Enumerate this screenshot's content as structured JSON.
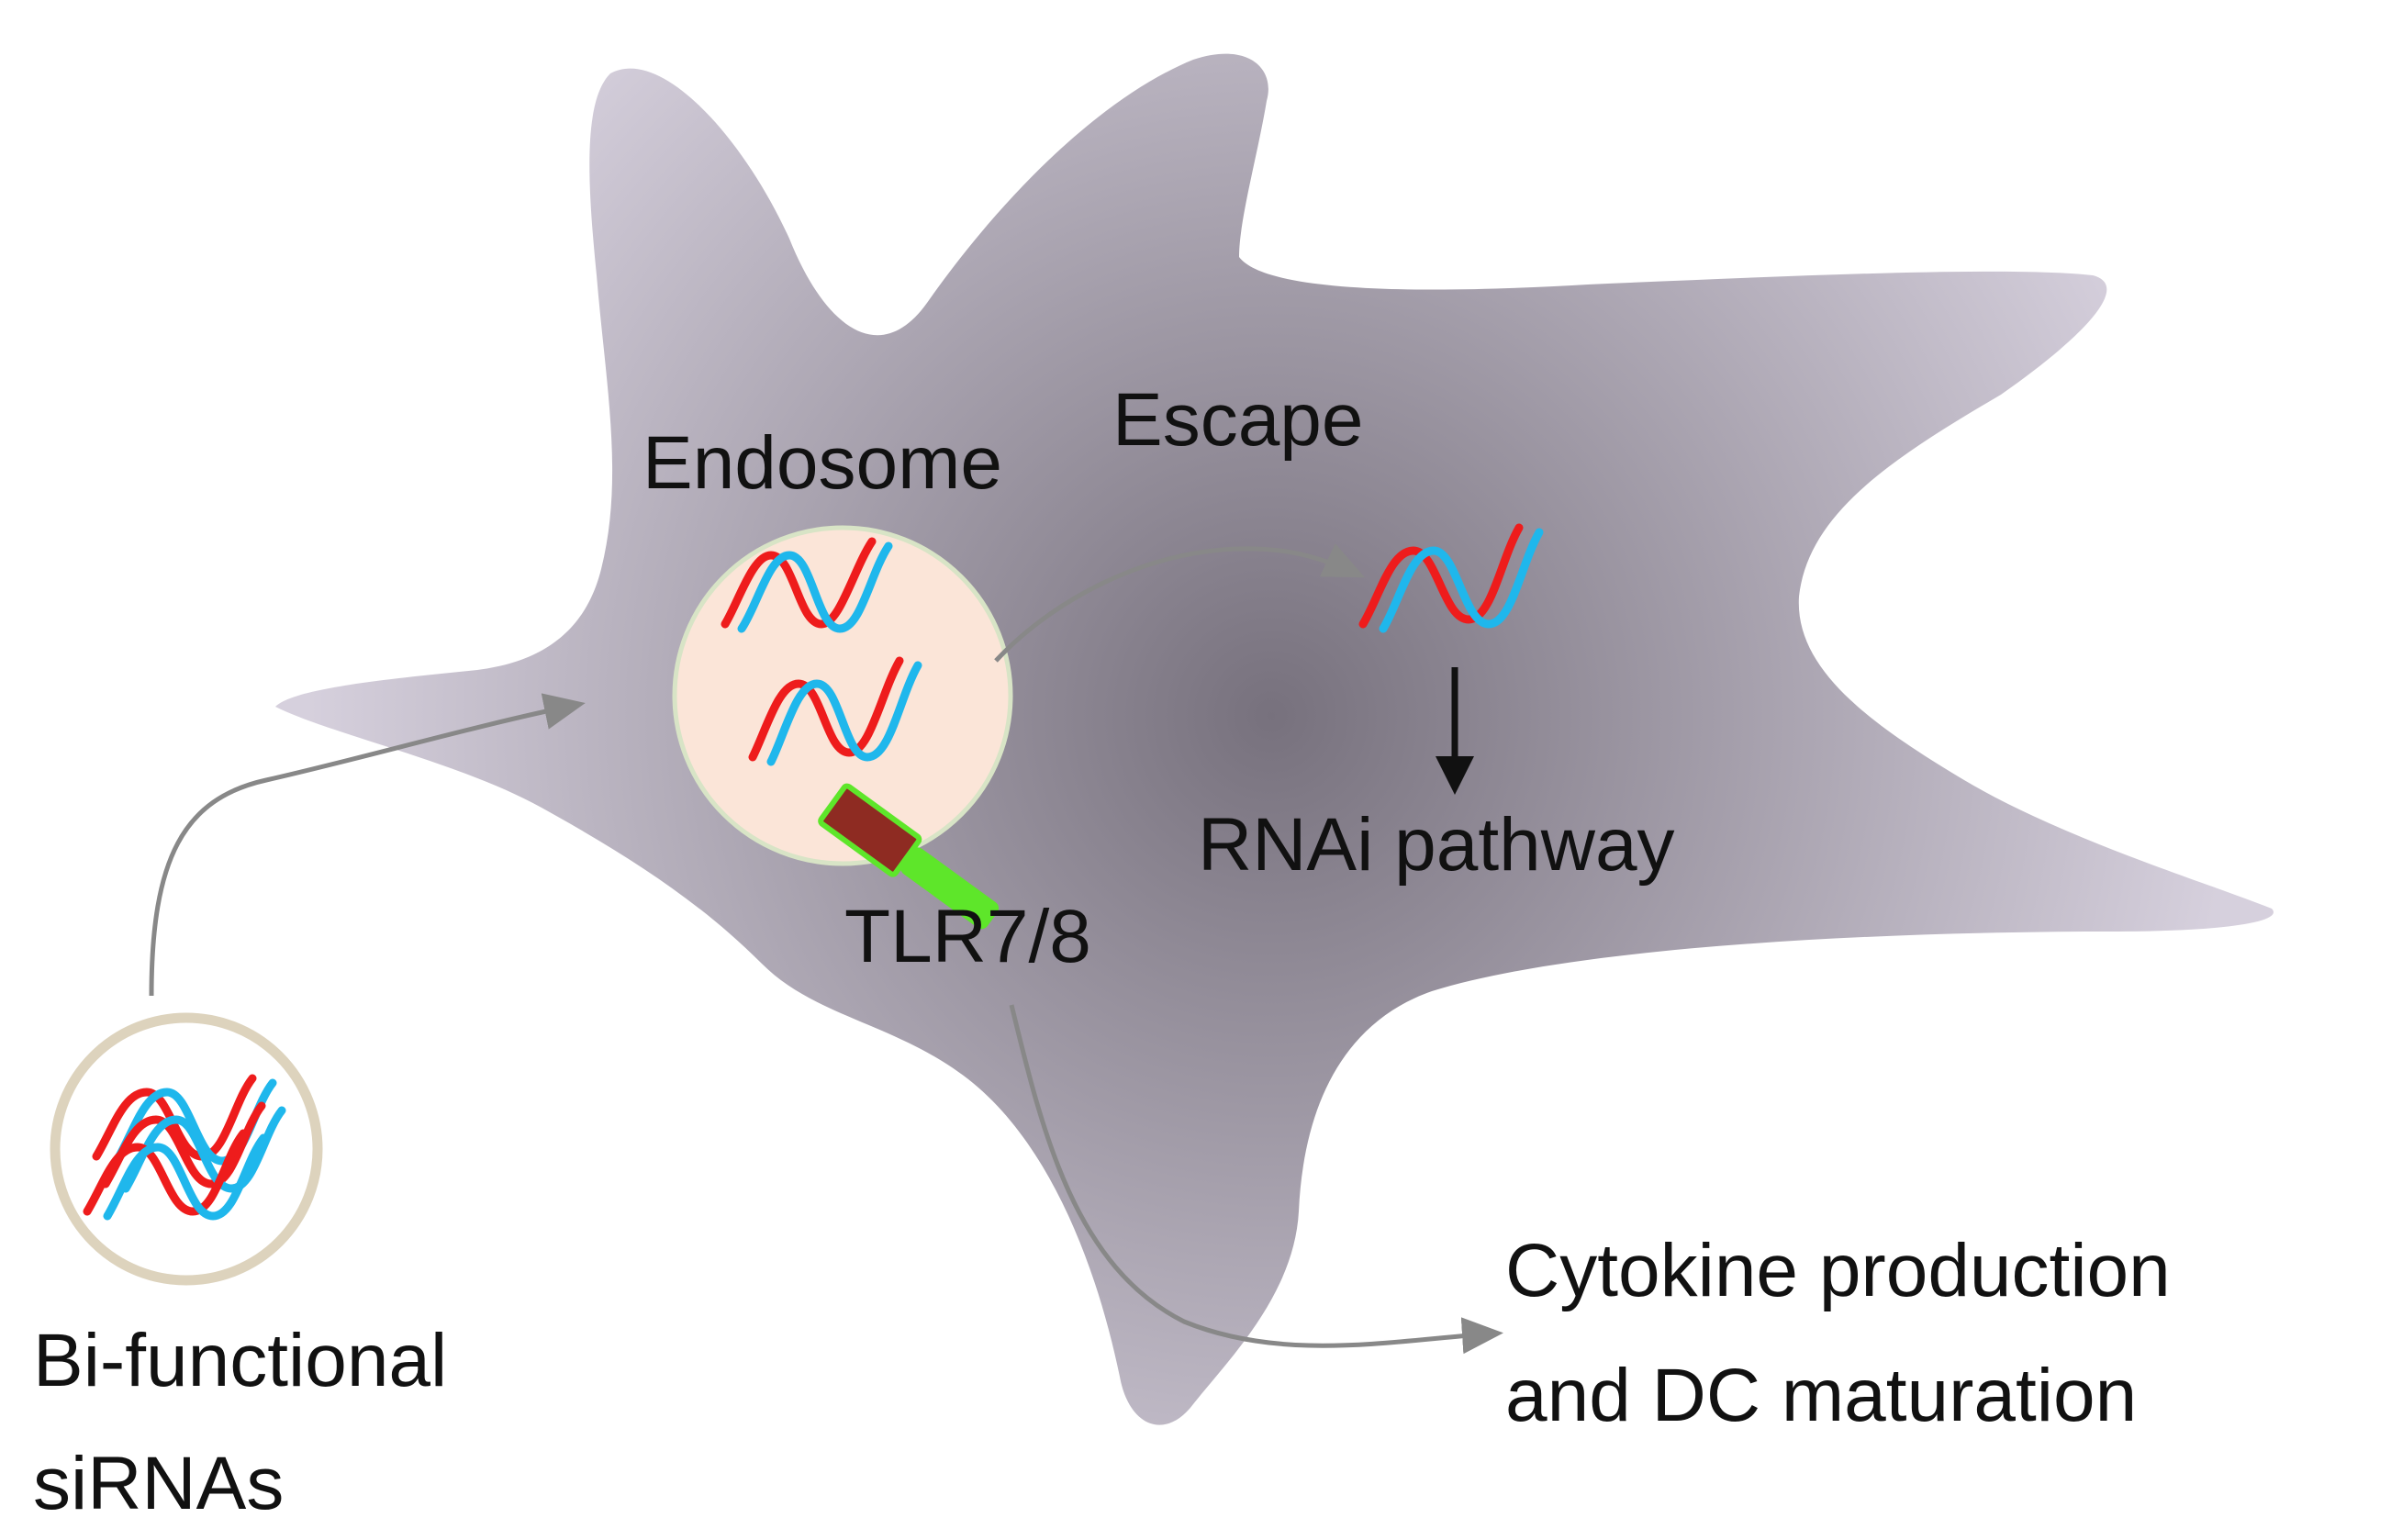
{
  "labels": {
    "endosome": "Endosome",
    "escape": "Escape",
    "tlr": "TLR7/8",
    "rnai": "RNAi pathway",
    "cytokine_line1": "Cytokine production",
    "cytokine_line2": "and DC maturation",
    "sirna_line1": "Bi-functional",
    "sirna_line2": "siRNAs"
  },
  "colors": {
    "cell_fill_edge": "#d6d0dd",
    "cell_fill_center": "#77717d",
    "endosome_fill": "#fbe5d8",
    "endosome_stroke": "#d8e4c6",
    "sense_strand": "#ee1c1c",
    "antisense_strand": "#1fb7ec",
    "arrow_gray": "#888888",
    "arrow_black": "#111111",
    "receptor_dark": "#8e2b22",
    "receptor_light": "#5ee62a",
    "vesicle_stroke": "#ddd3bd"
  }
}
